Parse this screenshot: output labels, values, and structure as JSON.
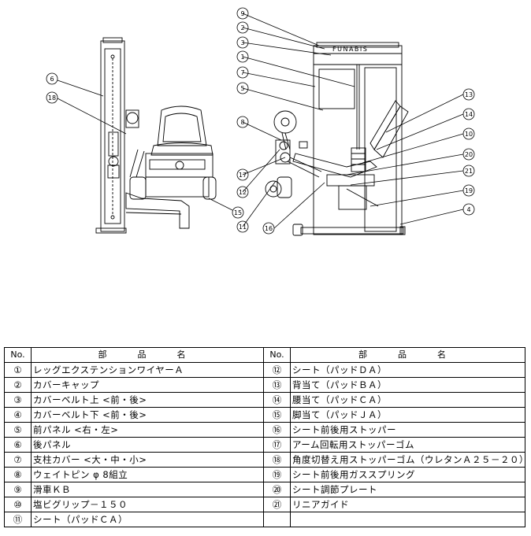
{
  "diagram": {
    "brand": "FUNABIS",
    "callouts": [
      "9",
      "2",
      "3",
      "1",
      "7",
      "5",
      "6",
      "18",
      "8",
      "17",
      "12",
      "11",
      "16",
      "15",
      "13",
      "14",
      "10",
      "20",
      "21",
      "19",
      "4"
    ]
  },
  "table": {
    "headers": {
      "no": "No.",
      "name": "部　品　名"
    },
    "left": [
      {
        "no": "①",
        "name": "レッグエクステンションワイヤーＡ"
      },
      {
        "no": "②",
        "name": "カバーキャップ"
      },
      {
        "no": "③",
        "name": "カバーベルト上 <前・後>"
      },
      {
        "no": "④",
        "name": "カバーベルト下 <前・後>"
      },
      {
        "no": "⑤",
        "name": "前パネル <右・左>"
      },
      {
        "no": "⑥",
        "name": "後パネル"
      },
      {
        "no": "⑦",
        "name": "支柱カバー <大・中・小>"
      },
      {
        "no": "⑧",
        "name": "ウェイトピン φ 8組立"
      },
      {
        "no": "⑨",
        "name": "滑車ＫＢ"
      },
      {
        "no": "⑩",
        "name": "塩ビグリップ－１５０"
      },
      {
        "no": "⑪",
        "name": "シート（パッドＣＡ）"
      }
    ],
    "right": [
      {
        "no": "⑫",
        "name": "シート（パッドＤＡ）"
      },
      {
        "no": "⑬",
        "name": "背当て（パッドＢＡ）"
      },
      {
        "no": "⑭",
        "name": "腰当て（パッドＣＡ）"
      },
      {
        "no": "⑮",
        "name": "脚当て（パッドＪＡ）"
      },
      {
        "no": "⑯",
        "name": "シート前後用ストッパー"
      },
      {
        "no": "⑰",
        "name": "アーム回転用ストッパーゴム"
      },
      {
        "no": "⑱",
        "name": "角度切替え用ストッパーゴム（ウレタンＡ２５－２０）"
      },
      {
        "no": "⑲",
        "name": "シート前後用ガススプリング"
      },
      {
        "no": "⑳",
        "name": "シート調節プレート"
      },
      {
        "no": "㉑",
        "name": "リニアガイド"
      },
      {
        "no": "",
        "name": ""
      }
    ]
  }
}
